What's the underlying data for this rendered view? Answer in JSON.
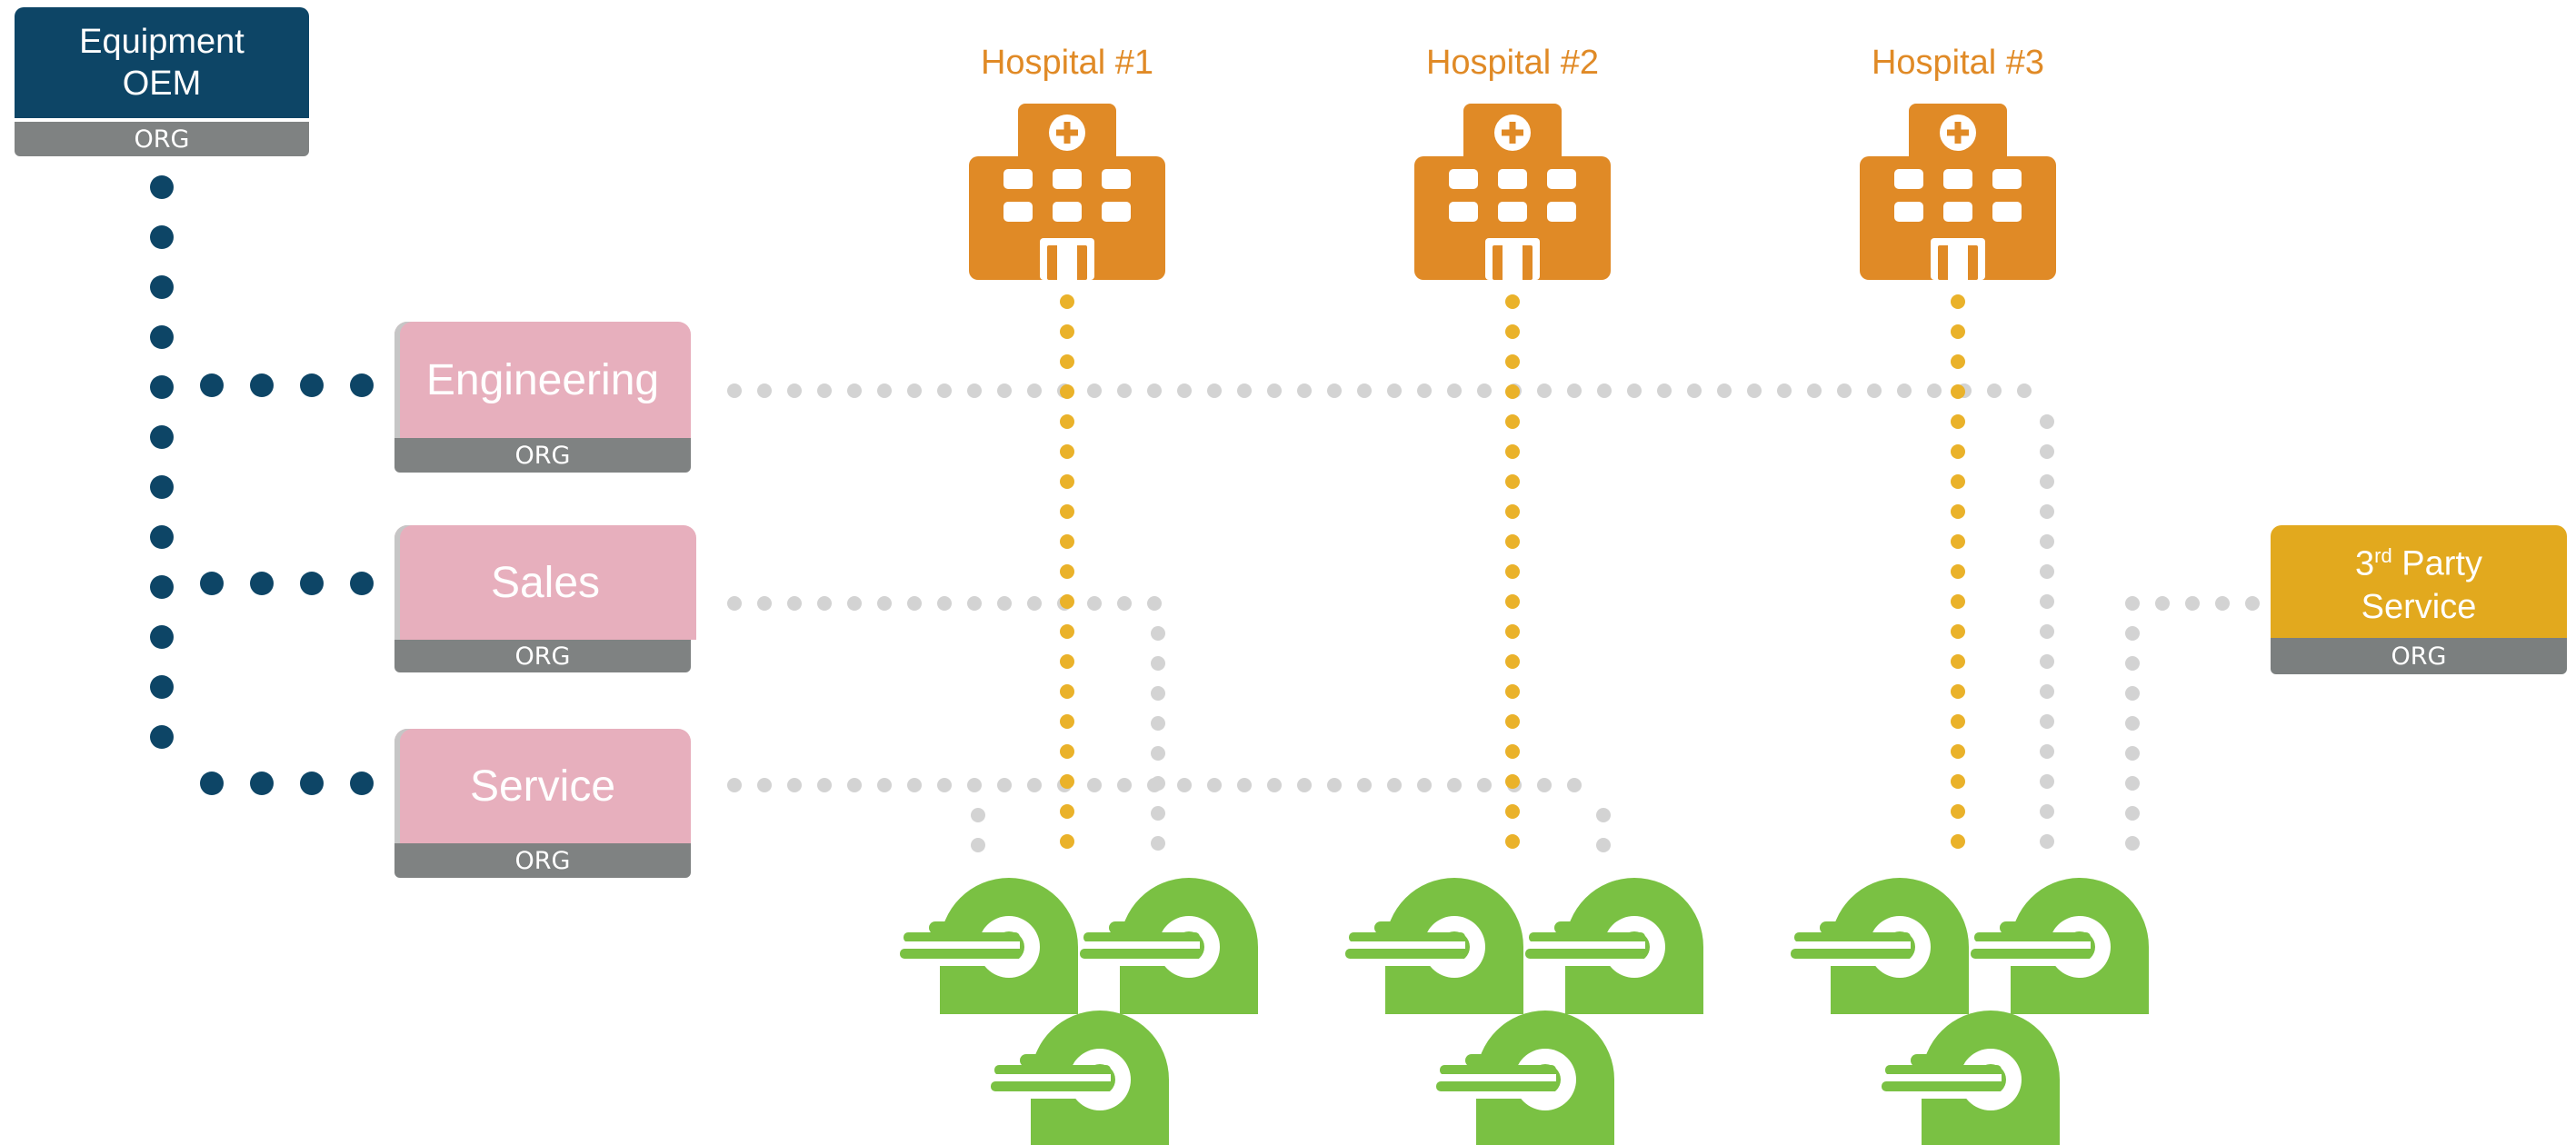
{
  "oem": {
    "title_line1": "Equipment",
    "title_line2": "OEM",
    "tag": "ORG"
  },
  "departments": [
    {
      "label": "Engineering",
      "tag": "ORG"
    },
    {
      "label": "Sales",
      "tag": "ORG"
    },
    {
      "label": "Service",
      "tag": "ORG"
    }
  ],
  "hospitals": [
    {
      "label": "Hospital #1"
    },
    {
      "label": "Hospital #2"
    },
    {
      "label": "Hospital #3"
    }
  ],
  "third_party": {
    "title_line1_main": "3",
    "title_line1_sup": "rd",
    "title_line1_rest": " Party",
    "title_line2": "Service",
    "tag": "ORG"
  },
  "colors": {
    "oem_blue": "#0d4566",
    "dept_pink": "#e7afbd",
    "tag_grey": "#7f8282",
    "hospital_orange": "#e08a26",
    "third_party_gold": "#e2a91e",
    "scanner_green": "#7ac143",
    "dot_grey": "#d3d3d3",
    "dot_yellow": "#eab22a"
  },
  "icons": {
    "hospital": "hospital-building-icon",
    "scanner": "mri-scanner-icon"
  }
}
